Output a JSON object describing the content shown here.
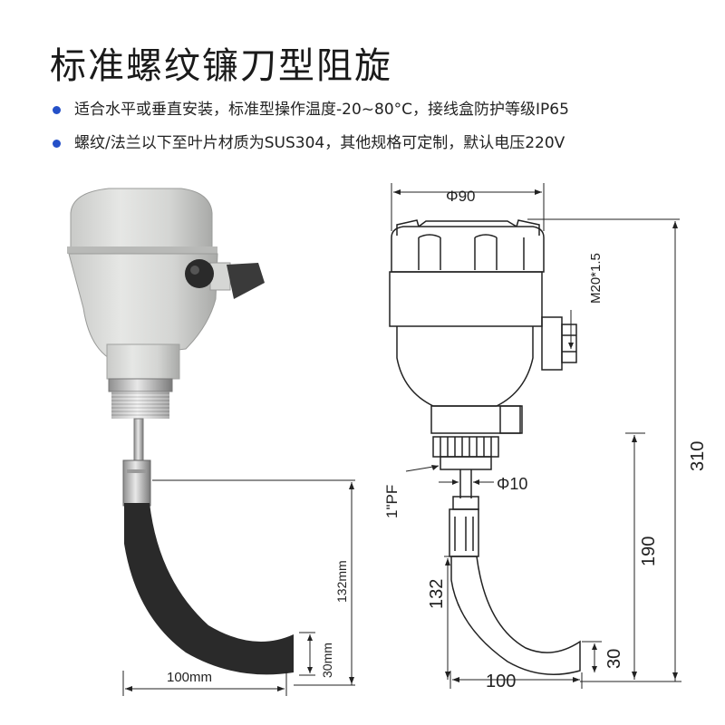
{
  "title": "标准螺纹镰刀型阻旋",
  "bullets": [
    {
      "text": "适合水平或垂直安装，标准型操作温度-20~80°C，接线盒防护等级IP65",
      "color": "#2450c8"
    },
    {
      "text": "螺纹/法兰以下至叶片材质为SUS304，其他规格可定制，默认电压220V",
      "color": "#2450c8"
    }
  ],
  "photo": {
    "dimensions": {
      "vertical_label": "132mm",
      "blade_height_label": "30mm",
      "blade_width_label": "100mm"
    }
  },
  "drawing": {
    "dimensions": {
      "housing_diameter": "Φ90",
      "cable_gland": "M20*1.5",
      "thread": "1\"PF",
      "shaft_diameter": "Φ10",
      "total_height": "310",
      "insertion_length": "190",
      "blade_vertical": "132",
      "blade_height": "30",
      "blade_width": "100"
    }
  }
}
